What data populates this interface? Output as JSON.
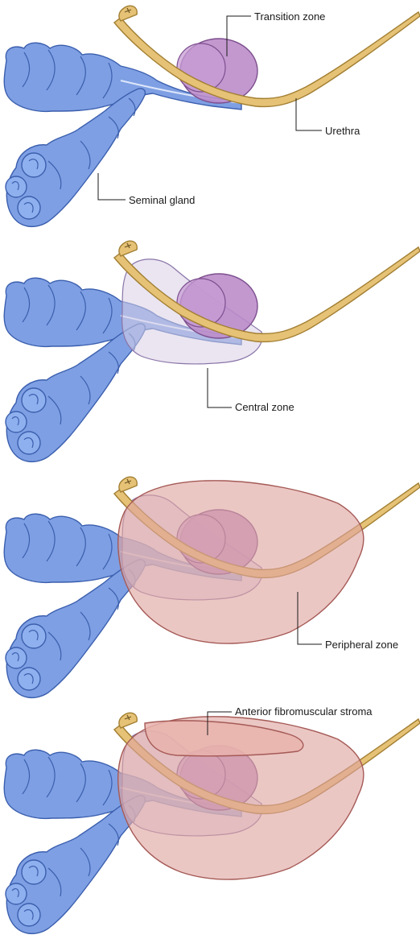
{
  "labels": {
    "transition_zone": "Transition zone",
    "urethra": "Urethra",
    "seminal_gland": "Seminal gland",
    "central_zone": "Central zone",
    "peripheral_zone": "Peripheral zone",
    "anterior_fibromuscular_stroma": "Anterior fibromuscular stroma"
  },
  "colors": {
    "seminal_gland": "#7e9fe3",
    "seminal_gland_dark": "#3b5fae",
    "urethra": "#e6c276",
    "urethra_dark": "#a27f33",
    "transition_zone": "#b98ac8",
    "central_zone": "#d9d0e6",
    "peripheral_zone": "#dfa4a0",
    "fibromuscular_stroma": "#e9b3ad"
  }
}
